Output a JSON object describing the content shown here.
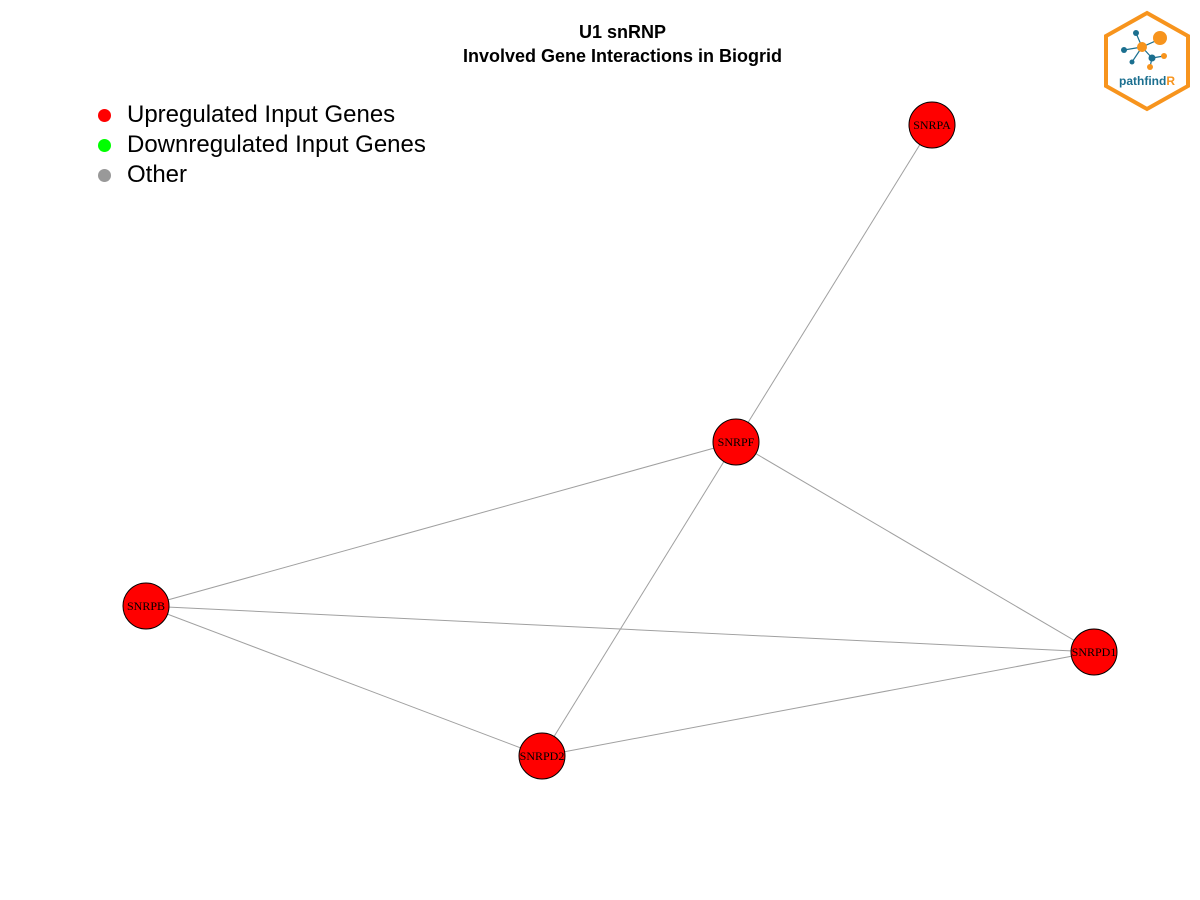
{
  "title": {
    "line1": "U1 snRNP",
    "line2": "Involved Gene Interactions in Biogrid"
  },
  "legend": [
    {
      "label": "Upregulated Input Genes",
      "color": "#ff0000"
    },
    {
      "label": "Downregulated Input Genes",
      "color": "#00ff00"
    },
    {
      "label": "Other",
      "color": "#999999"
    }
  ],
  "network": {
    "nodes": [
      {
        "id": "SNRPA",
        "label": "SNRPA",
        "status": "upregulated"
      },
      {
        "id": "SNRPF",
        "label": "SNRPF",
        "status": "upregulated"
      },
      {
        "id": "SNRPB",
        "label": "SNRPB",
        "status": "upregulated"
      },
      {
        "id": "SNRPD1",
        "label": "SNRPD1",
        "status": "upregulated"
      },
      {
        "id": "SNRPD2",
        "label": "SNRPD2",
        "status": "upregulated"
      }
    ],
    "edges": [
      [
        "SNRPA",
        "SNRPF"
      ],
      [
        "SNRPF",
        "SNRPB"
      ],
      [
        "SNRPF",
        "SNRPD1"
      ],
      [
        "SNRPF",
        "SNRPD2"
      ],
      [
        "SNRPB",
        "SNRPD1"
      ],
      [
        "SNRPB",
        "SNRPD2"
      ],
      [
        "SNRPD2",
        "SNRPD1"
      ]
    ],
    "colors": {
      "upregulated": "#ff0000",
      "edge": "#a0a0a0",
      "node_border": "#000000"
    }
  },
  "logo": {
    "text_main": "pathfind",
    "text_accent": "R",
    "colors": {
      "border": "#f7941d",
      "text": "#1b6f8f",
      "accent": "#f7941d"
    }
  }
}
